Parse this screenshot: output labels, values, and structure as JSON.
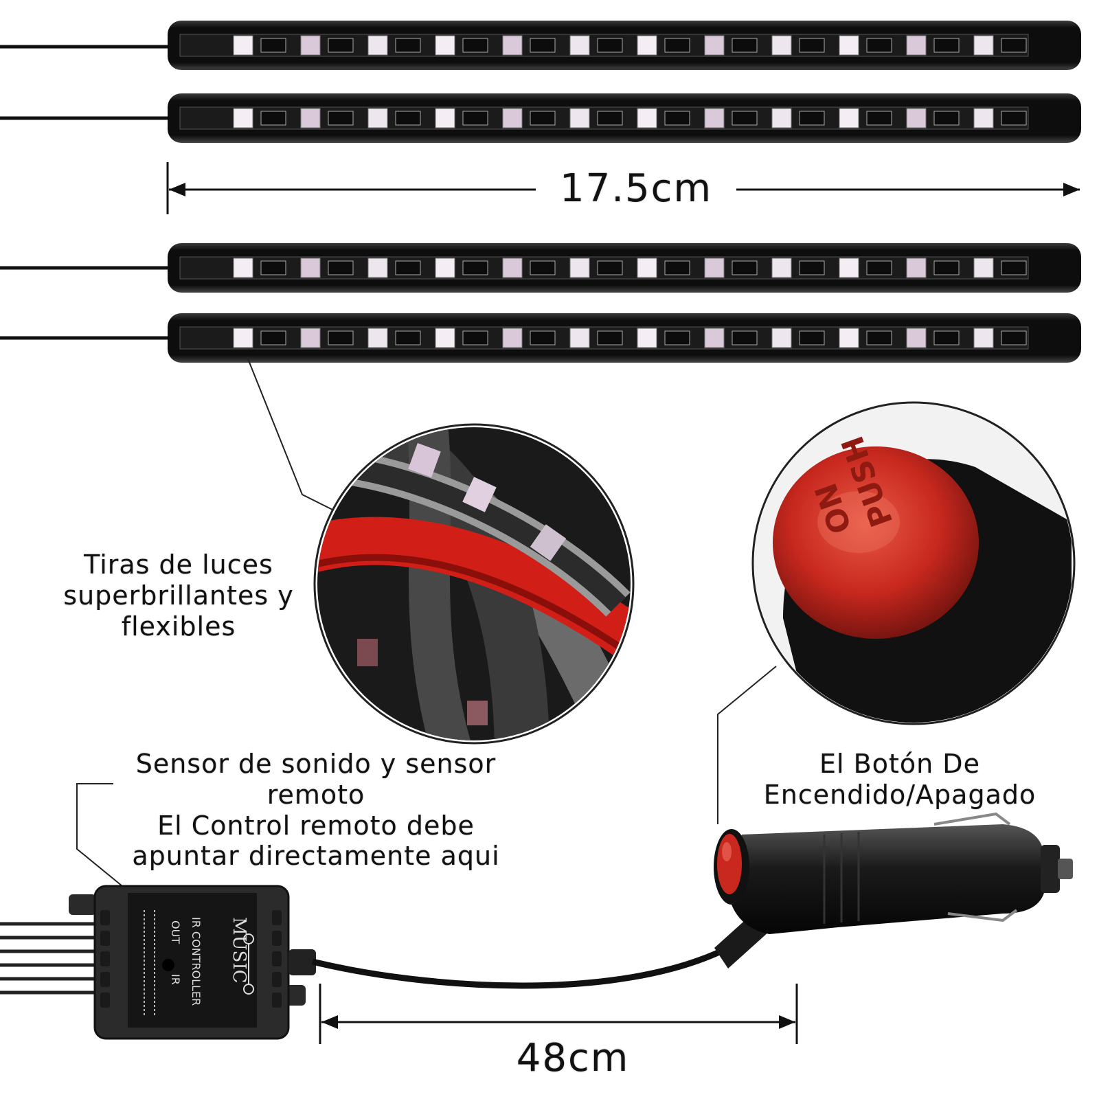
{
  "dimensions": {
    "strip_length": "17.5cm",
    "cable_length": "48cm"
  },
  "callouts": {
    "strips": [
      "Tiras de luces",
      "superbrillantes y",
      "flexibles"
    ],
    "sensor": [
      "Sensor de sonido y sensor",
      "remoto",
      "El Control remoto debe",
      "apuntar directamente aqui"
    ],
    "button": [
      "El Botón De",
      "Encendido/Apagado"
    ]
  },
  "controller_box": {
    "brand": "MUSIC",
    "model": "IR CONTROLLER",
    "port_out": "OUT",
    "port_ir": "IR"
  },
  "button_cap": {
    "on_text": "ON",
    "push_text": "PUSH"
  },
  "colors": {
    "strip_body": "#111111",
    "button_red": "#c8281e",
    "background": "#ffffff"
  }
}
